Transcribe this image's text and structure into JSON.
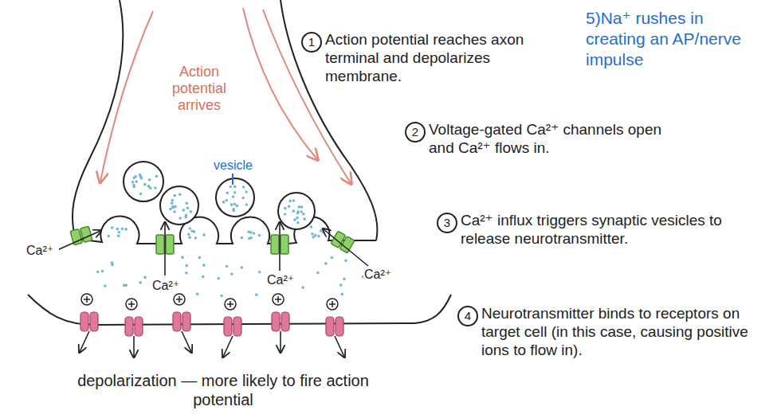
{
  "diagram": {
    "labels": [
      "Action potential arrives",
      "vesicle",
      "Ca²⁺",
      "Ca²⁺",
      "Ca²⁺",
      "Ca²⁺",
      "depolarization — more likely to fire action potential",
      "1",
      "Action potential reaches axon terminal and depolarizes membrane.",
      "5)Na⁺ rushes in creating an AP/nerve impulse",
      "2",
      "Voltage-gated Ca²⁺ channels open and Ca²⁺ flows in.",
      "3",
      "Ca²⁺ influx triggers synaptic vesicles to release neurotransmitter.",
      "4",
      "Neurotransmitter binds to receptors on target cell (in this case, causing positive ions to flow in)."
    ]
  }
}
